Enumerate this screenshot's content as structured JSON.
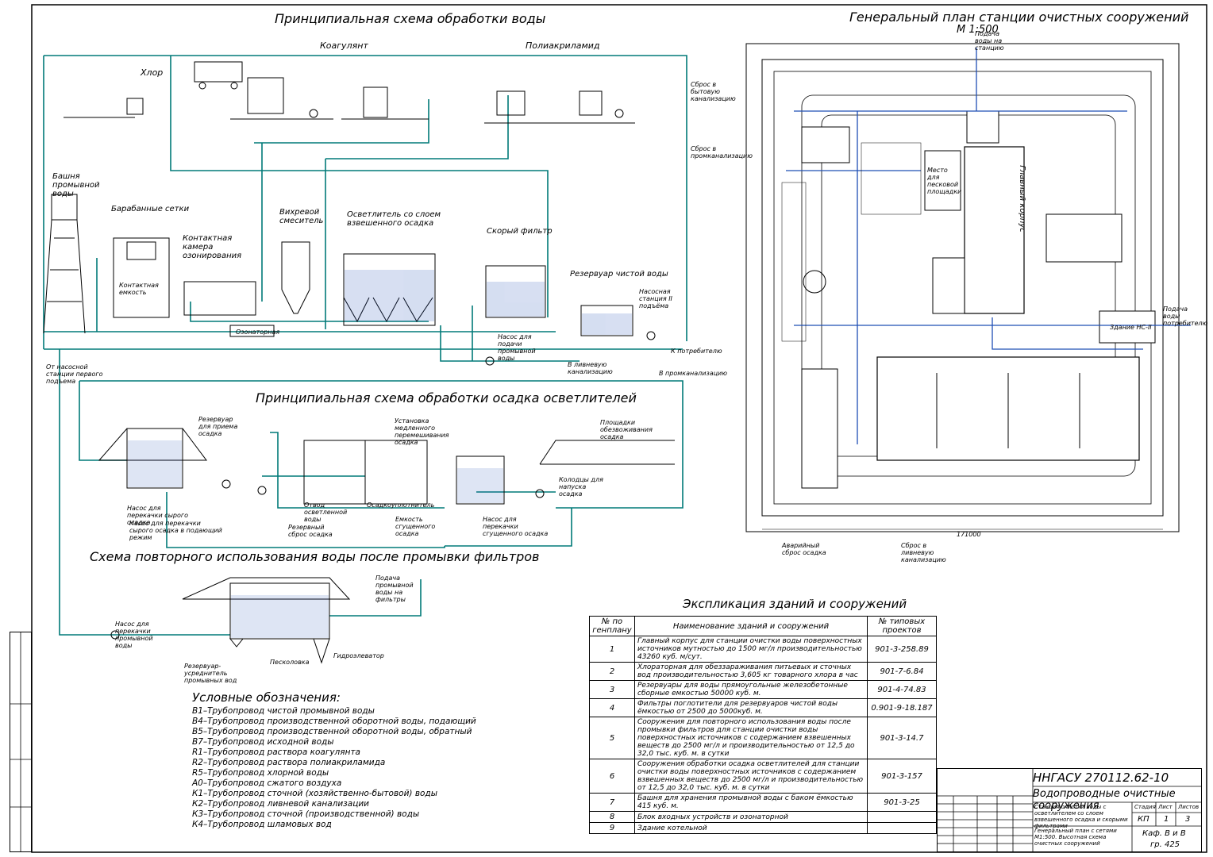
{
  "titles": {
    "water_scheme": "Принципиальная схема обработки воды",
    "general_plan": "Генеральный план станции очистных сооружений",
    "general_plan_scale": "М 1:500",
    "sludge_scheme": "Принципиальная схема обработки осадка осветлителей",
    "reuse_scheme": "Схема повторного использования воды после промывки фильтров",
    "explication": "Экспликация зданий и сооружений"
  },
  "water_labels": {
    "chlorine": "Хлор",
    "coagulant": "Коагулянт",
    "polyacrylamide": "Полиакриламид",
    "wash_tower": "Башня промывной воды",
    "drum_screens": "Барабанные сетки",
    "contact_chamber": "Контактная камера озонирования",
    "vortex_mixer": "Вихревой смеситель",
    "clarifier": "Осветлитель со слоем взвешенного осадка",
    "rapid_filter": "Скорый фильтр",
    "clean_reservoir": "Резервуар чистой воды",
    "contact_tank": "Контактная емкость",
    "ozonator": "Озонаторная",
    "pump_station": "Насосная станция II подъёма",
    "to_consumer": "К потребителю",
    "from_pump": "От насосной станции первого подъема",
    "to_storm": "В ливневую канализацию",
    "to_prod_sewer": "В промканализацию",
    "pump_wash": "Насос для подачи промывной воды"
  },
  "sludge_labels": {
    "raw_sludge_tank": "Резервуар для приема осадка",
    "thickener": "Установка медленного перемешивания осадка",
    "drying_beds": "Площадки обезвоживания осадка",
    "pump_raw": "Насос для перекачки сырого осадка",
    "pump_raw_2": "Насос для перекачки сырого осадка в подающий режим",
    "clarified_water_out": "Отвод осветленной воды",
    "sludge_thickener": "Осадкоуплотнитель",
    "dried_tank": "Емкость сгущенного осадка",
    "pump_thick": "Насос для перекачки сгущенного осадка",
    "bins": "Колодцы для напуска осадка",
    "reset": "Резервный сброс осадка"
  },
  "reuse_labels": {
    "pump_wash_water": "Насос для перекачки промывной воды",
    "reservoir": "Резервуар-усреднитель промывных вод",
    "sand_trap": "Песколовка",
    "hydro_elevator": "Гидроэлеватор",
    "supply": "Подача промывной воды на фильтры"
  },
  "plan_labels": {
    "main_building": "Главный корпус",
    "sand_site": "Место для песковой площадки",
    "nsii": "Здание НС-II",
    "to_station": "Подача воды на станцию",
    "to_consumer": "Подача воды потребителю",
    "to_sewer": "Сброс в бытовую канализацию",
    "to_prod_sewer": "Сброс в промканализацию",
    "to_storm": "Сброс в ливневую канализацию",
    "emergency": "Аварийный сброс осадка",
    "plan_dim": "171000"
  },
  "legend": {
    "heading": "Условные обозначения:",
    "items": [
      "В1–Трубопровод чистой промывной воды",
      "В4–Трубопровод производственной оборотной воды, подающий",
      "В5–Трубопровод производственной оборотной воды, обратный",
      "В7–Трубопровод исходной воды",
      "R1–Трубопровод раствора коагулянта",
      "R2–Трубопровод раствора полиакриламида",
      "R5–Трубопровод хлорной воды",
      "А0–Трубопровод сжатого воздуха",
      "К1–Трубопровод сточной (хозяйственно-бытовой) воды",
      "К2–Трубопровод ливневой канализации",
      "К3–Трубопровод сточной (производственной) воды",
      "К4–Трубопровод шламовых вод"
    ]
  },
  "explication": {
    "headers": [
      "№ по генплану",
      "Наименование зданий и сооружений",
      "№ типовых проектов"
    ],
    "rows": [
      {
        "no": "1",
        "name": "Главный корпус для станции очистки воды поверхностных источников мутностью до 1500 мг/л производительностью 43260 куб. м/сут.",
        "proj": "901-3-258.89"
      },
      {
        "no": "2",
        "name": "Хлораторная для обеззараживания питьевых и сточных вод производительностью 3,605 кг товарного хлора в час",
        "proj": "901-7-6.84"
      },
      {
        "no": "3",
        "name": "Резервуары для воды прямоугольные железобетонные сборные емкостью 50000 куб. м.",
        "proj": "901-4-74.83"
      },
      {
        "no": "4",
        "name": "Фильтры поглотители для резервуаров чистой воды ёмкостью от 2500 до 5000куб. м.",
        "proj": "0.901-9-18.187"
      },
      {
        "no": "5",
        "name": "Сооружения для повторного использования воды после промывки фильтров для станции очистки воды поверхностных источников с содержанием взвешенных веществ до 2500 мг/л и производительностью от 12,5 до 32,0 тыс. куб. м. в сутки",
        "proj": "901-3-14.7"
      },
      {
        "no": "6",
        "name": "Сооружения обработки осадка осветлителей для станции очистки воды поверхностных источников с содержанием взвешенных веществ до 2500 мг/л и производительностью от 12,5 до 32,0 тыс. куб. м. в сутки",
        "proj": "901-3-157"
      },
      {
        "no": "7",
        "name": "Башня для хранения промывной воды с баком ёмкостью 415 куб. м.",
        "proj": "901-3-25"
      },
      {
        "no": "8",
        "name": "Блок входных устройств и озонаторной",
        "proj": ""
      },
      {
        "no": "9",
        "name": "Здание котельной",
        "proj": ""
      }
    ]
  },
  "stamp": {
    "code": "ННГАСУ 270112.62-10",
    "name": "Водопроводные очистные сооружения",
    "desc1": "Станция очистки воды с осветлителем со слоем взвешенного осадка и скорыми фильтрами",
    "desc2": "Генеральный план с сетями М1:500. Высотная схема очистных сооружений",
    "stage_h": "Стадия",
    "sheet_h": "Лист",
    "sheets_h": "Листов",
    "stage": "КП",
    "sheet": "1",
    "sheets": "3",
    "dept": "Каф. В и В",
    "group": "гр. 425"
  },
  "colors": {
    "pipe": "#007a78",
    "water": "#1f4fb5",
    "line": "#000000"
  }
}
